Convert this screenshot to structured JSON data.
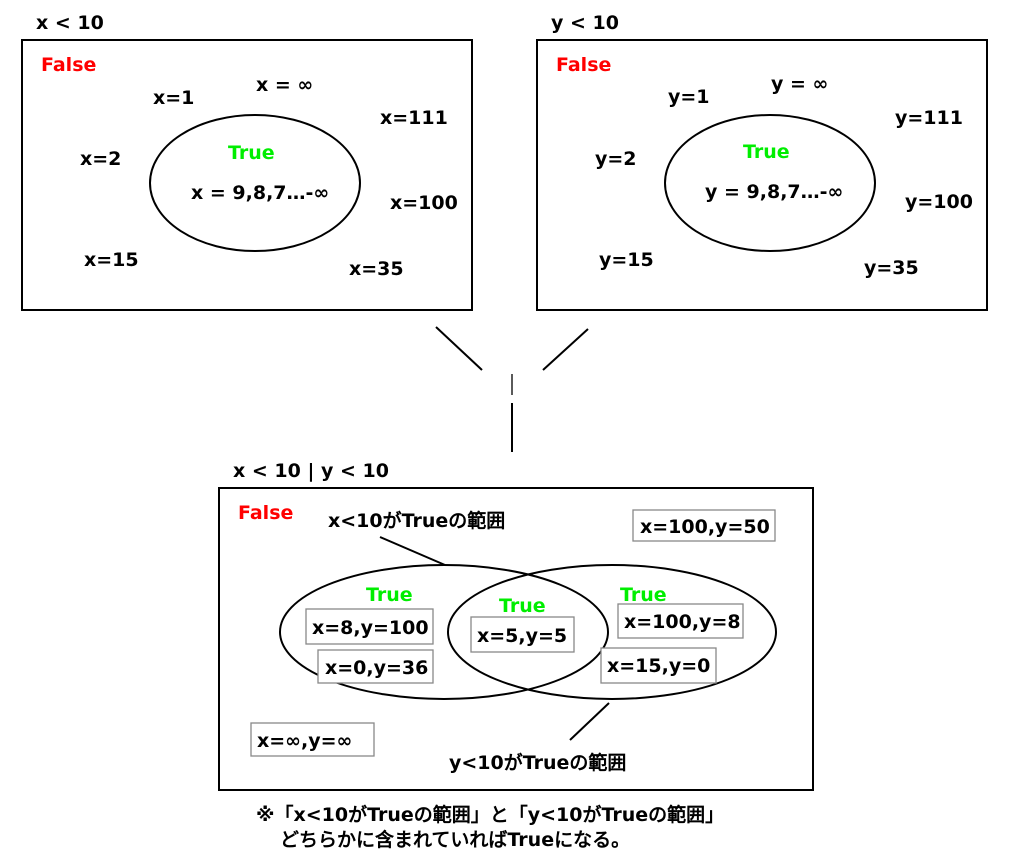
{
  "colors": {
    "false_label": "#ff0000",
    "true_label": "#00ee00"
  },
  "top_left": {
    "title": "x < 10",
    "false_label": "False",
    "true_label": "True",
    "true_values": "x = 9,8,7…-∞",
    "false_values": [
      "x=1",
      "x = ∞",
      "x=111",
      "x=2",
      "x=100",
      "x=15",
      "x=35"
    ]
  },
  "top_right": {
    "title": "y < 10",
    "false_label": "False",
    "true_label": "True",
    "true_values": "y = 9,8,7…-∞",
    "false_values": [
      "y=1",
      "y = ∞",
      "y=111",
      "y=2",
      "y=100",
      "y=15",
      "y=35"
    ]
  },
  "bottom": {
    "title": "x < 10 | y < 10",
    "false_label": "False",
    "x_range_label": "x<10がTrueの範囲",
    "y_range_label": "y<10がTrueの範囲",
    "true_left": "True",
    "true_middle": "True",
    "true_right": "True",
    "points": {
      "outside_top": "x=100,y=50",
      "left_1": "x=8,y=100",
      "left_2": "x=0,y=36",
      "middle": "x=5,y=5",
      "right_1": "x=100,y=8",
      "right_2": "x=15,y=0",
      "outside_bottom": "x=∞,y=∞"
    }
  },
  "note": {
    "line1": "※「x<10がTrueの範囲」と「y<10がTrueの範囲」",
    "line2": "どちらかに含まれていればTrueになる。"
  }
}
